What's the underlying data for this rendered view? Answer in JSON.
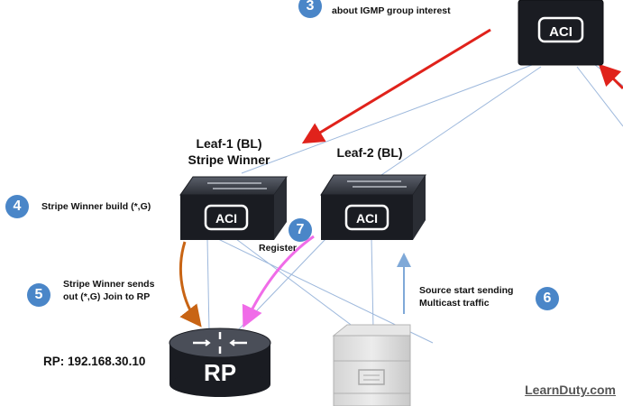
{
  "steps": [
    {
      "num": "3",
      "text": "about IGMP group interest"
    },
    {
      "num": "4",
      "text": "Stripe Winner build (*,G)"
    },
    {
      "num": "5",
      "line1": "Stripe Winner sends",
      "line2": "out (*,G) Join to RP"
    },
    {
      "num": "6",
      "line1": "Source start sending",
      "line2": "Multicast traffic"
    },
    {
      "num": "7",
      "text": "Register"
    }
  ],
  "nodes": {
    "spine_logo": "ACI",
    "leaf1": {
      "line1": "Leaf-1 (BL)",
      "line2": "Stripe Winner",
      "logo": "ACI"
    },
    "leaf2": {
      "line1": "Leaf-2 (BL)",
      "logo": "ACI"
    },
    "rp": {
      "badge": "RP",
      "label": "RP: 192.168.30.10"
    }
  },
  "watermark": "LearnDuty.com",
  "colors": {
    "step_circle": "#4a86c8",
    "arrow_red": "#e0221b",
    "arrow_orange": "#c86414",
    "arrow_pink": "#f06ce8",
    "arrow_blue": "#7fa9d8",
    "link_lines": "#9db8dc",
    "device_dark": "#1a1c22"
  }
}
